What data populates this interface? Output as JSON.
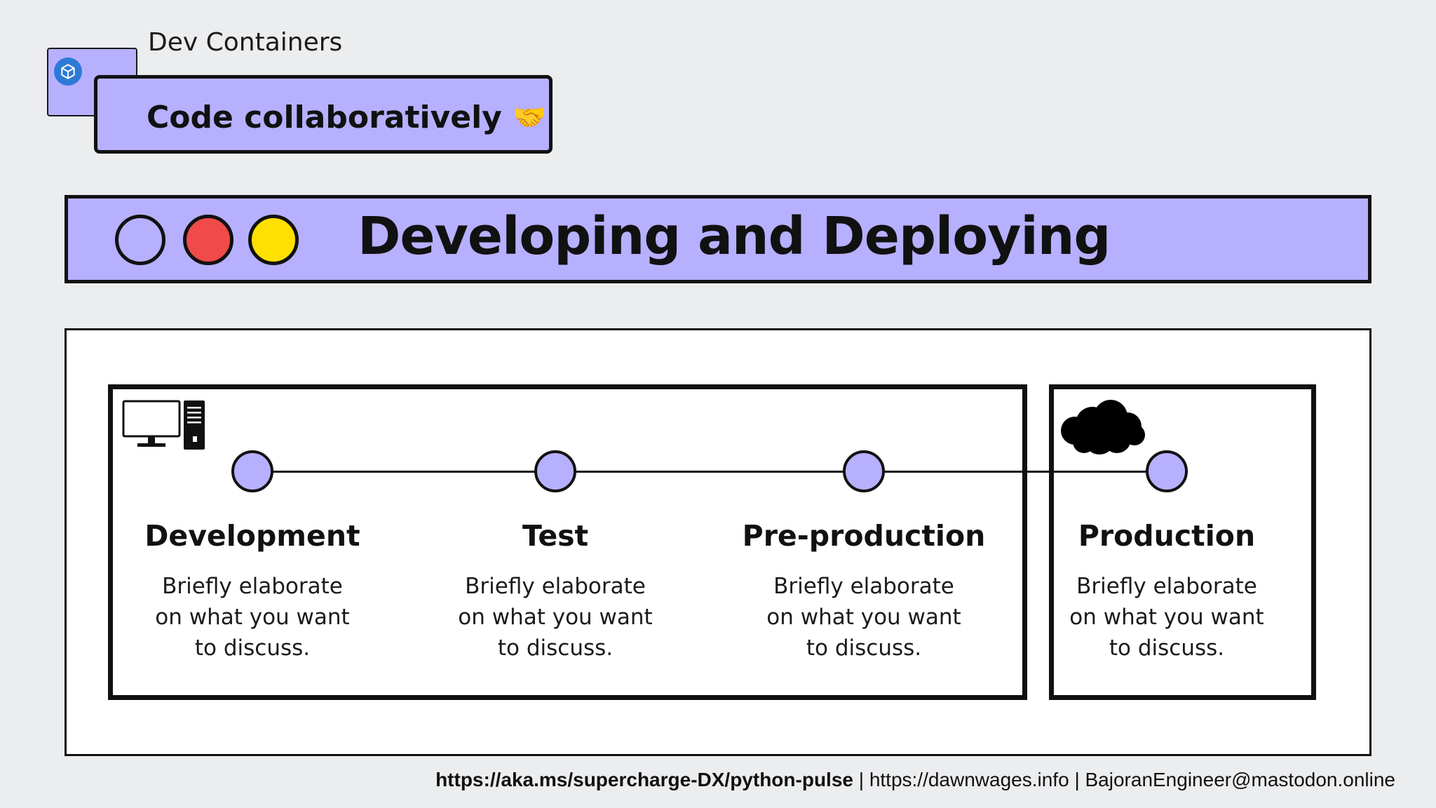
{
  "header": {
    "kicker": "Dev Containers",
    "subtitle": "Code collaboratively",
    "subtitle_emoji": "🤝"
  },
  "title_bar": {
    "title": "Developing and Deploying",
    "dot_colors": [
      "#B7B0FF",
      "#F04A4A",
      "#FFE000"
    ]
  },
  "environments": [
    {
      "name": "local",
      "icon": "computer-icon"
    },
    {
      "name": "cloud",
      "icon": "cloud-icon"
    }
  ],
  "stages": [
    {
      "title": "Development",
      "description": "Briefly elaborate on what you want to discuss."
    },
    {
      "title": "Test",
      "description": "Briefly elaborate on what you want to discuss."
    },
    {
      "title": "Pre-production",
      "description": "Briefly elaborate on what you want to discuss."
    },
    {
      "title": "Production",
      "description": "Briefly elaborate on what you want to discuss."
    }
  ],
  "footer": {
    "link": "https://aka.ms/supercharge-DX/python-pulse",
    "separator": "|",
    "site": "https://dawnwages.info",
    "social": "BajoranEngineer@mastodon.online"
  },
  "colors": {
    "background": "#ECEDEF",
    "accent_purple": "#B7B0FF",
    "red": "#F04A4A",
    "yellow": "#FFE000",
    "cube_blue": "#2D7AD6"
  }
}
